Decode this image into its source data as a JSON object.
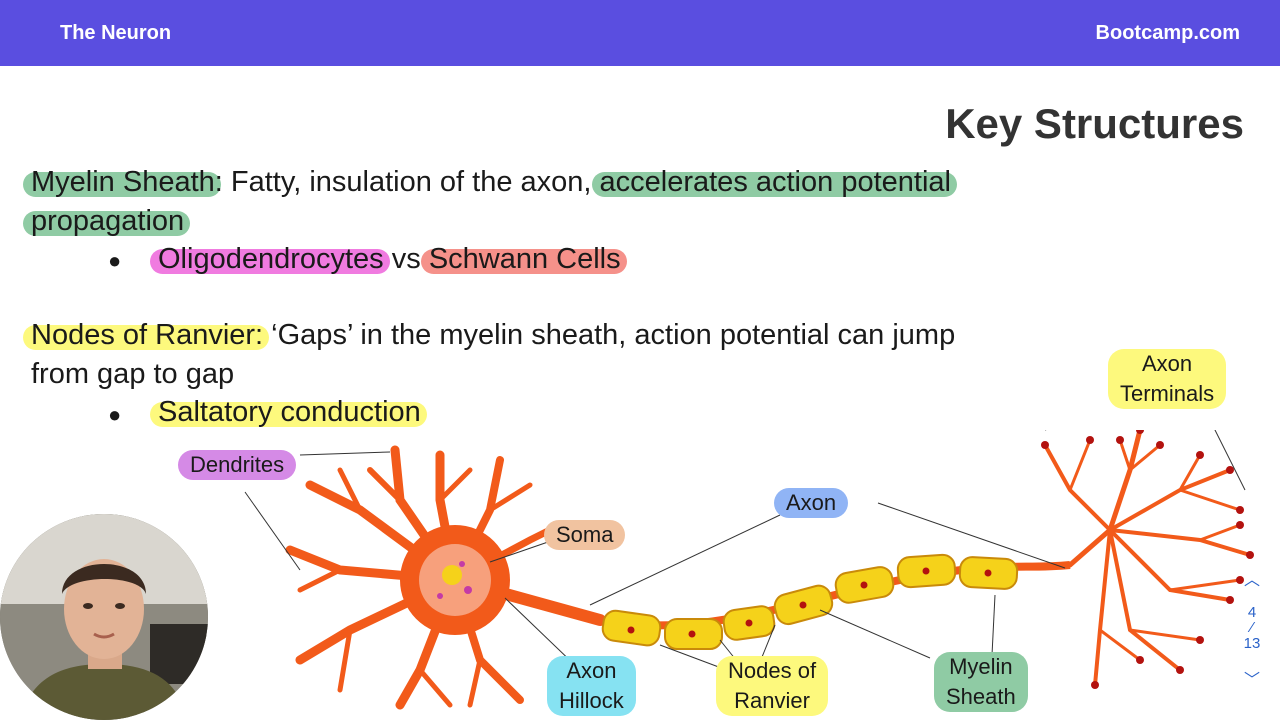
{
  "header": {
    "title": "The Neuron",
    "brand": "Bootcamp.com"
  },
  "slide": {
    "title": "Key Structures",
    "myelin": {
      "term": "Myelin Sheath",
      "text1": ": Fatty, insulation of the axon, ",
      "highlight": "accelerates action potential",
      "text2": "propagation",
      "bullet_a": "Oligodendrocytes",
      "vs": " vs ",
      "bullet_b": "Schwann Cells"
    },
    "nodes": {
      "term": "Nodes of Ranvier:",
      "text1": " ‘Gaps’ in the myelin sheath, action potential can jump",
      "text2": "from gap to gap",
      "bullet": "Saltatory conduction"
    }
  },
  "diagram": {
    "labels": {
      "dendrites": "Dendrites",
      "soma": "Soma",
      "axon": "Axon",
      "axon_hillock_1": "Axon",
      "axon_hillock_2": "Hillock",
      "nodes_1": "Nodes of",
      "nodes_2": "Ranvier",
      "myelin_1": "Myelin",
      "myelin_2": "Sheath",
      "terminals_1": "Axon",
      "terminals_2": "Terminals"
    },
    "colors": {
      "neuron": "#f25a1a",
      "myelin": "#f5d21a",
      "nucleus": "#f7a07c"
    }
  },
  "pager": {
    "current": "4",
    "total": "13"
  }
}
